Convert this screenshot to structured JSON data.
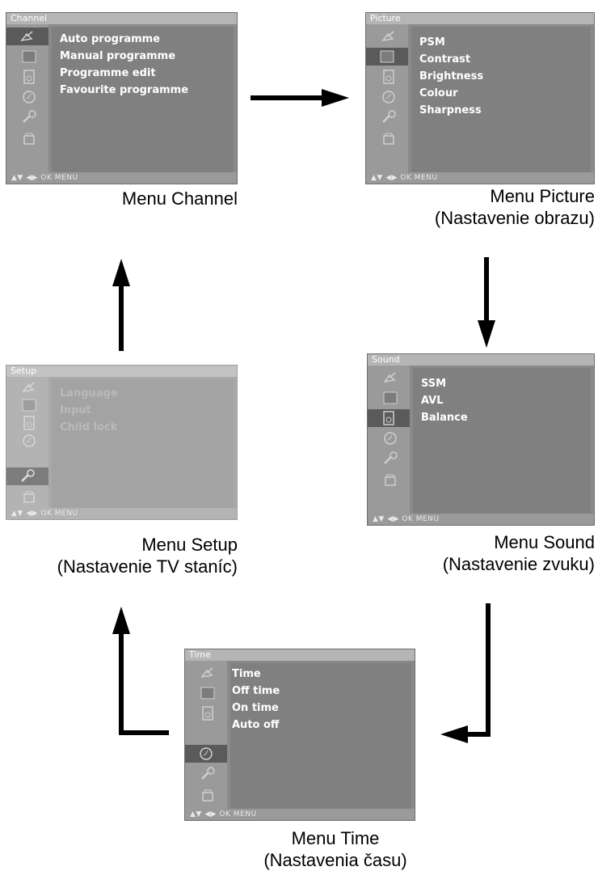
{
  "menus": {
    "channel": {
      "title": "Channel",
      "options": [
        "Auto programme",
        "Manual programme",
        "Programme edit",
        "Favourite programme"
      ],
      "footer": "▲▼ ◀▶ OK  MENU",
      "caption_line1": "Menu Channel",
      "caption_line2": ""
    },
    "picture": {
      "title": "Picture",
      "options": [
        "PSM",
        "Contrast",
        "Brightness",
        "Colour",
        "Sharpness"
      ],
      "footer": "▲▼ ◀▶ OK  MENU",
      "caption_line1": "Menu Picture",
      "caption_line2": "(Nastavenie obrazu)"
    },
    "sound": {
      "title": "Sound",
      "options": [
        "SSM",
        "AVL",
        "Balance"
      ],
      "footer": "▲▼ ◀▶ OK  MENU",
      "caption_line1": "Menu Sound",
      "caption_line2": "(Nastavenie zvuku)"
    },
    "time": {
      "title": "Time",
      "options": [
        "Time",
        "Off time",
        "On time",
        "Auto off"
      ],
      "footer": "▲▼ ◀▶ OK  MENU",
      "caption_line1": "Menu Time",
      "caption_line2": "(Nastavenia času)"
    },
    "setup": {
      "title": "Setup",
      "options": [
        "Language",
        "Input",
        "Child lock"
      ],
      "footer": "▲▼ ◀▶ OK  MENU",
      "caption_line1": "Menu Setup",
      "caption_line2": "(Nastavenie TV staníc)"
    }
  },
  "icons": [
    "satellite-dish-icon",
    "picture-square-icon",
    "speaker-icon",
    "clock-icon",
    "wrench-icon",
    "lock-icon"
  ],
  "colors": {
    "menu_bg": "#8a8a8a",
    "selected_item": "#5a5a5a",
    "arrow": "#000000"
  }
}
